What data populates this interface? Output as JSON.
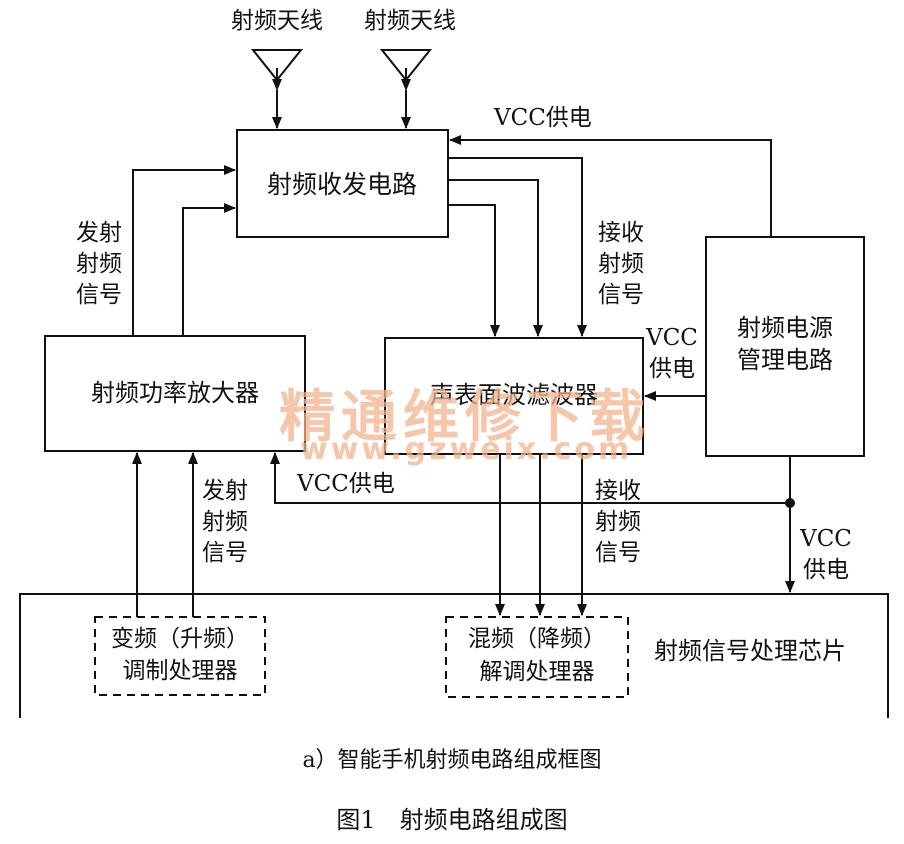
{
  "antennas": [
    {
      "label": "射频天线"
    },
    {
      "label": "射频天线"
    }
  ],
  "blocks": {
    "rf_transceiver": "射频收发电路",
    "rf_power_amplifier": "射频功率放大器",
    "saw_filter": "声表面波滤波器",
    "rf_power_management": [
      "射频电源",
      "管理电路"
    ],
    "rf_signal_chip": "射频信号处理芯片",
    "upconvert_modulator": [
      "变频（升频）",
      "调制处理器"
    ],
    "downconvert_demodulator": [
      "混频（降频）",
      "解调处理器"
    ]
  },
  "signals": {
    "vcc_top": "VCC供电",
    "vcc_right": [
      "VCC",
      "供电"
    ],
    "vcc_middle": "VCC供电",
    "vcc_bottom": [
      "VCC",
      "供电"
    ],
    "tx_upper": [
      "发射",
      "射频",
      "信号"
    ],
    "rx_upper": [
      "接收",
      "射频",
      "信号"
    ],
    "tx_lower": [
      "发射",
      "射频",
      "信号"
    ],
    "rx_lower": [
      "接收",
      "射频",
      "信号"
    ]
  },
  "watermark": {
    "title": "精通维修下载",
    "url": "www.gzweix.com"
  },
  "captions": {
    "sub": "a）智能手机射频电路组成框图",
    "figure": "图1　射频电路组成图"
  },
  "colors": {
    "line": "#111111",
    "watermark": "#f2b48e"
  }
}
